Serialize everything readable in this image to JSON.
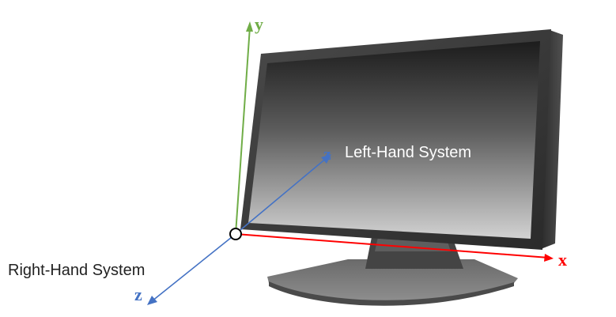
{
  "labels": {
    "y_axis": "y",
    "x_axis": "x",
    "z_axis_left": "z",
    "z_axis_right": "z",
    "left_hand_system": "Left-Hand System",
    "right_hand_system": "Right-Hand System"
  },
  "colors": {
    "y_axis": "#70ad47",
    "x_axis": "#ff0000",
    "z_axis": "#4472c4",
    "label_on_screen": "#ffffff",
    "label_on_page": "#222222",
    "monitor_bezel": "#3a3a3a",
    "monitor_stand": "#5a5a5a"
  },
  "icons": {
    "monitor": "monitor-icon",
    "origin": "origin-circle-icon"
  }
}
